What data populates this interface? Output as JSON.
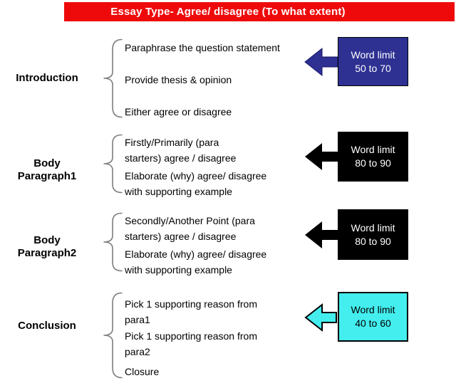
{
  "header": {
    "title": "Essay Type- Agree/ disagree (To what extent)",
    "bg": "#EE0A0A",
    "text_color": "#FFFFFF"
  },
  "sections": [
    {
      "label": [
        "Introduction"
      ],
      "items": [
        [
          "Paraphrase the question statement"
        ],
        [
          "Provide thesis & opinion"
        ],
        [
          "Either agree or disagree"
        ]
      ],
      "word_limit": {
        "label": [
          "Word limit",
          "50 to 70"
        ],
        "fill": "#2E3192",
        "text_color": "#FFFFFF"
      }
    },
    {
      "label": [
        "Body",
        "Paragraph1"
      ],
      "items": [
        [
          "Firstly/Primarily (para",
          "starters) agree /  disagree"
        ],
        [
          "Elaborate (why) agree/ disagree",
          "with supporting example"
        ]
      ],
      "word_limit": {
        "label": [
          "Word limit",
          "80 to 90"
        ],
        "fill": "#000000",
        "text_color": "#FFFFFF"
      }
    },
    {
      "label": [
        "Body",
        "Paragraph2"
      ],
      "items": [
        [
          "Secondly/Another Point (para",
          "starters) agree /  disagree"
        ],
        [
          "Elaborate (why) agree/ disagree",
          "with supporting example"
        ]
      ],
      "word_limit": {
        "label": [
          "Word limit",
          "80 to 90"
        ],
        "fill": "#000000",
        "text_color": "#FFFFFF"
      }
    },
    {
      "label": [
        "Conclusion"
      ],
      "items": [
        [
          "Pick 1 supporting reason from",
          "para1"
        ],
        [
          "Pick 1 supporting reason from",
          "para2"
        ],
        [
          "Closure"
        ]
      ],
      "word_limit": {
        "label": [
          "Word limit",
          "40 to 60"
        ],
        "fill": "#44EEEE",
        "text_color": "#000000"
      }
    }
  ]
}
